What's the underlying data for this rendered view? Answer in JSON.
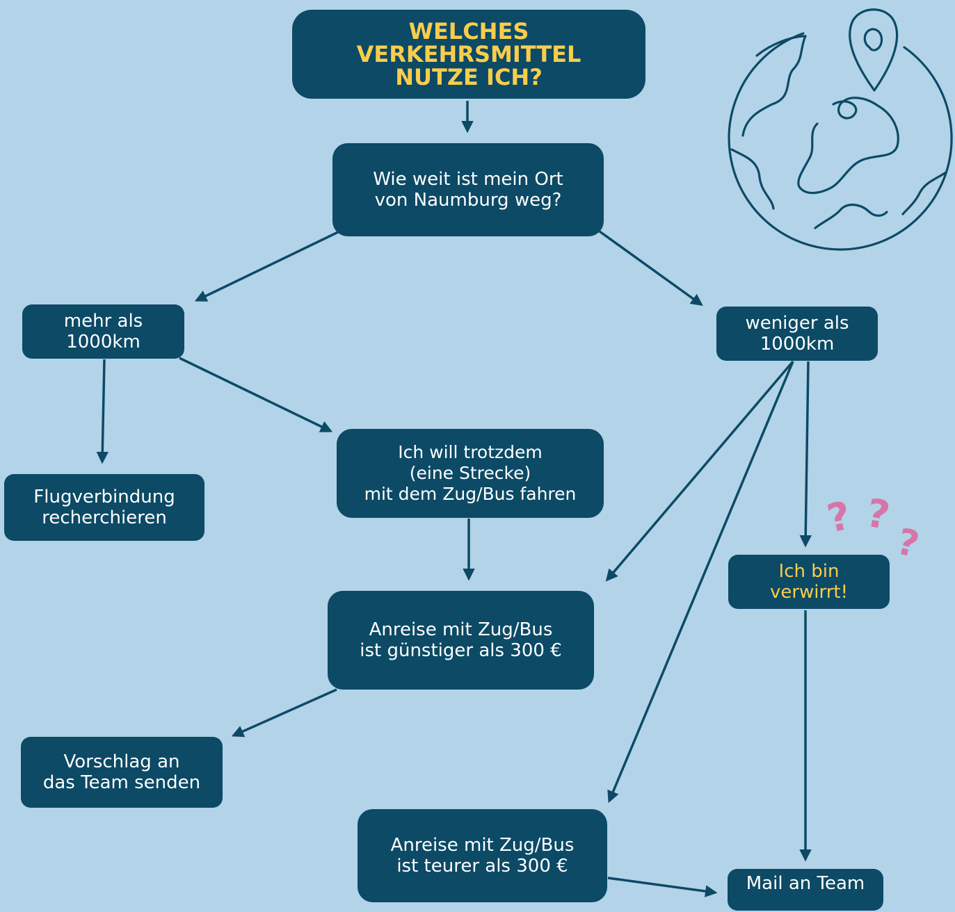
{
  "colors": {
    "background": "#b3d3e8",
    "box": "#0c4a66",
    "title_text": "#f9cd4c",
    "box_text": "#ffffff",
    "question_marks": "#d676a8"
  },
  "icons": [
    "globe-with-location-pin-icon",
    "question-marks-icon"
  ],
  "nodes": {
    "title": "WELCHES\nVERKEHRSMITTEL\nNUTZE ICH?",
    "distance_question": "Wie weit ist mein Ort\nvon Naumburg weg?",
    "more_than": "mehr als\n1000km",
    "less_than": "weniger als\n1000km",
    "flight": "Flugverbindung\nrecherchieren",
    "train_anyway": "Ich will trotzdem\n(eine Strecke)\nmit dem Zug/Bus fahren",
    "cheaper": "Anreise mit Zug/Bus\nist günstiger als 300 €",
    "confused": "Ich bin\nverwirrt!",
    "suggestion": "Vorschlag an\ndas Team senden",
    "more_expensive": "Anreise mit Zug/Bus\nist teurer als 300 €",
    "mail": "Mail an Team"
  },
  "question_marks": [
    "?",
    "?",
    "?"
  ]
}
